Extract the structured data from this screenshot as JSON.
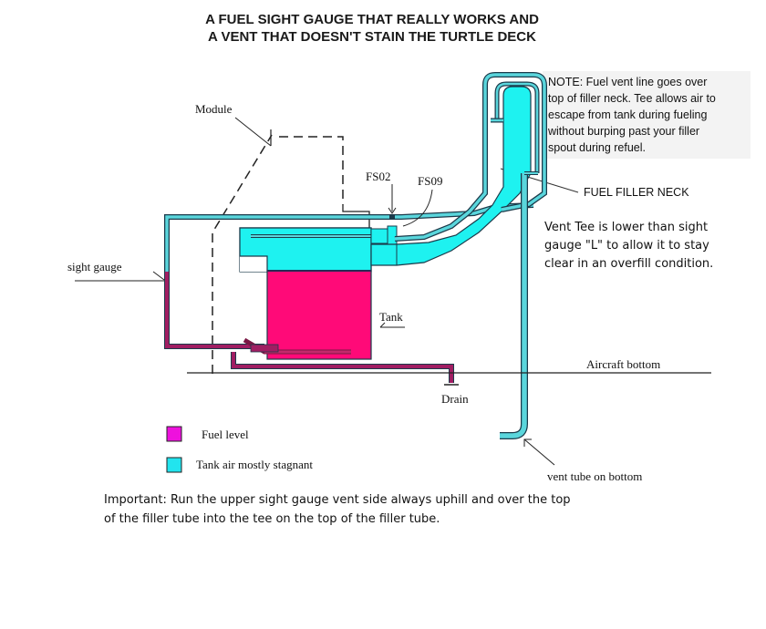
{
  "title": {
    "line1": "A FUEL SIGHT GAUGE THAT REALLY WORKS AND",
    "line2": "A VENT THAT DOESN'T STAIN THE TURTLE DECK"
  },
  "note": {
    "lines": [
      "NOTE:  Fuel vent line goes over",
      "top of filler neck.  Tee allows air to",
      "escape from tank during fueling",
      "without burping past your filler",
      "spout during refuel."
    ]
  },
  "vent_tee_note": {
    "lines": [
      "Vent Tee is lower than sight",
      "gauge \"L\"  to allow it to stay",
      "clear in an overfill condition."
    ]
  },
  "labels": {
    "module": "Module",
    "fs02": "FS02",
    "fs09": "FS09",
    "fuel_filler_neck": "FUEL FILLER NECK",
    "sight_gauge": "sight gauge",
    "tank": "Tank",
    "aircraft_bottom": "Aircraft bottom",
    "drain": "Drain",
    "vent_tube": "vent tube on bottom"
  },
  "legend": [
    {
      "label": "Fuel level",
      "color": "#ee11dd"
    },
    {
      "label": "Tank air mostly stagnant",
      "color": "#22e4ee"
    }
  ],
  "important": {
    "lines": [
      "Important:  Run the upper sight gauge vent side always uphill and over the top",
      "of the filler tube into the tee on the top of the filler tube."
    ]
  },
  "colors": {
    "air": "#1ef2f0",
    "fuel": "#ff0a78",
    "fuel_line": "#a01e62",
    "vent_tube": "#5ad6dc",
    "outline": "#1b3a4a"
  }
}
